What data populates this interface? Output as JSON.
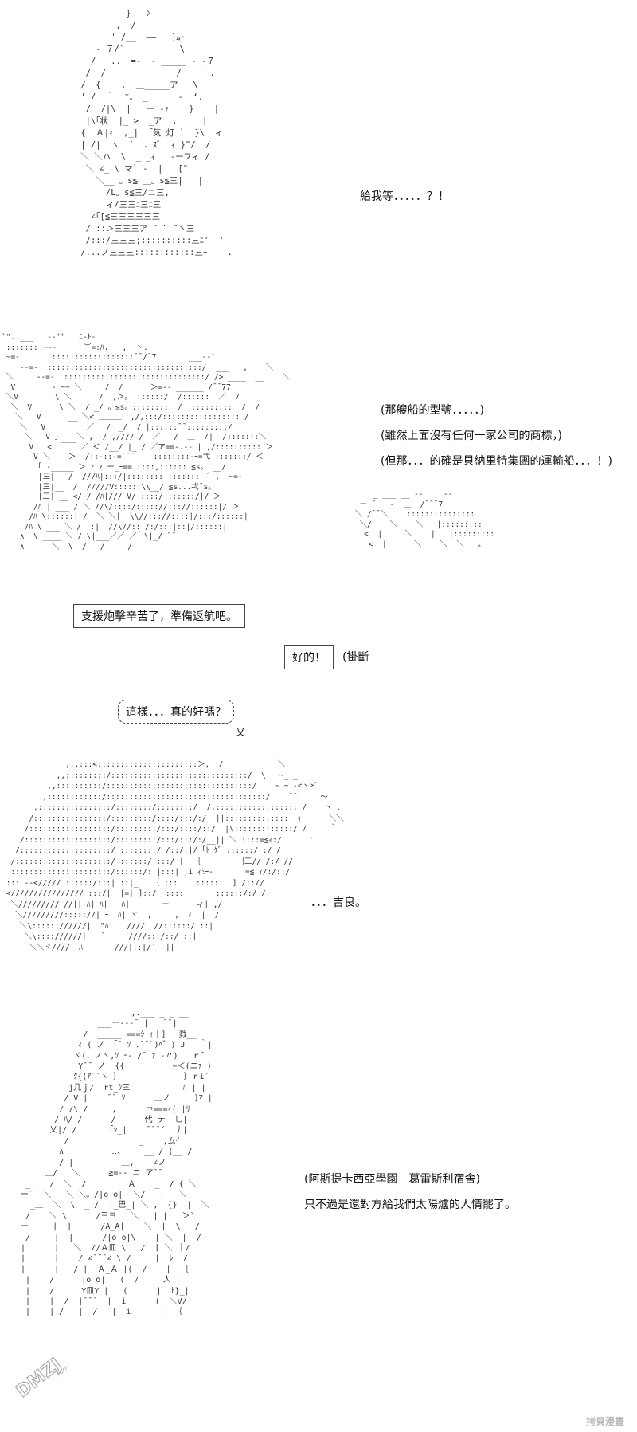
{
  "panel1": {
    "text": "給我等．．．．．？！",
    "art": "          }   〉\n        ,  /\n       ' /__  ——   ]ﾑﾄ\n    - ７/`           \\\n   /   ..  =-  - _____ - -７\n  /  /              /    ｀.\n /  {    ,  ＿_____ア   \\\n ' /  ｀  *。 _      -  ‘.\n  /  /|\\  |   ー -ｧ    }    |\n  |\\｢状  |_ >  _ア  ,     |\n {  Ａ|ｨ  ,_|  ｢気 灯 `  }\\  ィ\n | /|  ヽ  `  、ｽﾞ  ｨ }\"/  /\n ＼ ＼ハ  \\  _ _ｨ   -ーフィ /\n  ＼ ∠_ \\ マ` -  |   [\"\n    ＼__ 。s≦ ＿。s≦三|   |\n      /L。s≦三/ニ三,\n      ィ/三三ﾆ三ﾆ三\n   ∠｢[≦三三三三三三\n  / ::＞三三三ア ¨ ¨ ¨丶三\n  /:::/三三三;::::::::::三ﾆ'  '\n /...ノ三三三::::::::::::三ｰ    ."
  },
  "panel2": {
    "line1": "(那艘船的型號．．．．．)",
    "line2": "(雖然上面沒有任何一家公司的商標，)",
    "line3": "(但那．．．的確是貝納里特集團的運輸船．．．！)",
    "art": "`\"..___   --‘“   ﾆ-ﾄ-\n ::::::: ~~~      ︶=:ﾊ.   ,  丶.\n ~=-       ::::::::::::::::::¯¯/¯7       ___--`\n    --=-  ::::::::::::::::::::::::::::::::::/  ___   ,    ＼\n ＼     --=-  :::::::::::::::::::::::::::::::/ /> ____  __    ＼\n  V        - ~~ ＼     /  /      ＞=-- ______ /¯¯77\n ＼V        \\ ＼      /  ,＞。 ::::::/  /::::::  ／  /\n  ＼  V      \\ ＼  / _/ 。≦s。::::::::  /  :::::::::  /  /\n   ＼   V      __ ＼< ＿＿＿  ,/,:::/::::::::::::::::: /\n    ＼   V   ＿＿＿ ／ ＿/＿_/  / |::::::¯¯:::::::::/\n     ＼   V ｣ __ ＼ ,  / ,//// /  ／   /  ＿ _/|  /:::::::＼\n      V   <  ￣￣ ／ ＜ /__/ |_ / ／ア==-.-- | ,/:::::::::: ＞\n       V ＼__  ＞  /::-::-=¯¯¯ __ ::::::::-ｰ=弌 :::::::/ ＜\n        ｢ -_____ ＞ ｧ ｧ ー_ｰ== ::::,:::::: ≦s。 __/\n        |三|__ /  ///ﾊ|:::/|:::::::: ::::::: -ﾞ ,  ~=-_\n        |三|__  /  /////V::::::\\\\__/ ≦s...弌¯s。\n        |三| __ </ / /ﾊ|/// V/ ::::/ ::::::/|/ ＞\n       /ﾊ | ___ / ＼ //\\/::::/::::://::://::::::|/ ＞\n      /ﾊ \\::::::: /  ＼ ＼|  \\\\//::://::::|/:::/::::::|\n     /ﾊ \\ ___ ＼ / |:|  //\\//:: /:/:::|::|/::::::|\n    ∧  \\ ____ ＼ / \\|___／／ ／｀\\|_/ ¯¯\n    ∧      ＼__\\__/___/_____/   ___",
    "art_b": "     _ ___ __ --‥‥‥‥--\n  ー ¯   -  ＿  /¯¯¯7\n ＼ /¯¯＼    :::::::::::::::\n  ＼/    ＼    ＼   |:::::::::\n   <  |     ＼    |   |:::::::::\n    <  |      ＼    ＼  ＼   。"
  },
  "dialogue": {
    "box1": "支援炮擊辛苦了，準備返航吧。",
    "box2": "好的！",
    "aside2": "(掛斷",
    "box3": "這樣．．．真的好嗎？",
    "box3_corner": "乂"
  },
  "panel3": {
    "text": "．．．吉良。",
    "art": "              ,,,:::<::::::::::::::::::::::＞,  /            ＼\n            ,,:::::::::/::::::::::::::::::::::::::::::/  \\   ~_ _\n          ,,::::::::::/::::::::::::::::::::::::::::::::/    ~ ~ -<ヽ>ﾞ\n         ,::::::::::::/:::::::::::::::::::::::::::::::::::/    ¯¯     ～\n       ,::::::::::::::::/::::::::/::::::::/  /,:::::::::::::::::: /    ヽ 、\n      /::::::::::::::::/:::::::::/::::/:::/:/  ||::::::::::::::  ｨ      ＼＼\n     /::::::::::::::::::/:::::::::/:::/::::/::/  |\\:::::::::::::/ /     ｀\n    /:::::::::::::::::::/:::::::::/:::/:::/:/__|| ＼ ::::=≦ｨ:/      '\n   /::::::::::::::::::::/ ::::::::/ /::/:|/ ｢ﾄ ｹﾞ ::::::/ :/ /\n  /:::::::::::::::::::::/ ::::::/|:::/ |  ｛        ｛三// /:/ //\n  ::::::::::::::::::::::/::::::/: |:::| ,i ｨﾐｰ-       =≦ ｨ/:/::/\n ::: --<///// ::::::/:::| ::|_   ｛ :::    ::::::  ] /:://\n <//////////////// :::/|  |=| ]::/  ::::       ::::::/:/ /\n  ＼///////// //|| ﾊ| ﾊ|   ﾊ|       ー      ィ| ,/\n   ＼/////////::::://| ｰ  ﾊ| ヾ  ,     ,  ｨ  |  /\n    ＼\\:::::://////|  \"ﾊ'   ////  //::::::/ ::|\n     ＼\\:::://////|    ﾞ     ////:::/::/ ::|\n      ＼＼ヾ////  ﾊ       ///|::|/ ﾞ  ||"
  },
  "panel4": {
    "line1": "(阿斯提卡西亞學園　葛雷斯利宿舍)",
    "line2": "只不過是還對方給我們太陽爐的人情罷了。",
    "art": "                        ,.___ _ _ __\n                 ___ー‐--¯ |   ¯¯|\n              /  _____ ===ｼ ｨ｜]｜ 戮__\n             ｨ ( ノ|「¯ ｿ ､¯¯`)ﾍ゛) J   ｀|\n            ヾ(、ノヽ,ｿ ｰ‐ /¯ ｧ -〃)   ｒ¯\n             Y¯¯ ノ  {{          ~＜(ニｧ )\n            ｸ{(ｱ¯`ヽ ｝             ｝ｒi´\n           j几ｊ/  rt_ｸ三           ﾊ | |\n          / V |    ¯¯ ｿ      ＿ノ     ]ﾏ |\n         / /\\ /     ,      ￢===ｨ( |ﾘ\n        / ﾊ/ /      /      代_テ_ 乚||\n       乂|/ /      「ｼ_|    ¯¯¯´  丿|\n          /          ＿   _    ,ムｲ\n         ∧          ‥、    __ / (__ /\n        _/ |          ＿,    ∠ノ\n      ＿/   ＼      ≧=-- ニ ア¯¯\n  _    /  ＼  /    ＿   Ａ    _  / { ＼\n ー¯  ＼   ＼ ＼。/|o o|  ＼/   |   ＼___\n   _＿  ＼  \\  _ /  |_巴_| ＼ ,  {}  |  ＼\n  /    ＼ \\      /三ヨ   ＼   | |   ＞`\n ー     |  |      /A_A|    ＼  |  \\   /\n  /     |  |      /|o o|\\    | ＼  |  /\n |      |   ＼  //Ａ皿|\\   /  [ ＼ ｜/\n |      |    / ∠¯¯¯∠ \\ /     |  ﾚ  /\n |      |   / |  Ａ_Ａ |(  /    |  ｛ \n  |    /  ｜  |o o|   (  /     人 |\n  |    /  ｜  Y皿Y |   (      |  ﾄ}_|\n  |    |  /  |¯¯¯  |  i      (  ＼V/\n  |    | /   |_ /__ |  i      |  ｛"
  },
  "watermark": {
    "corner_text": "拷貝漫畫",
    "logo_text": "DMZJ",
    "logo_domain": ".com"
  }
}
